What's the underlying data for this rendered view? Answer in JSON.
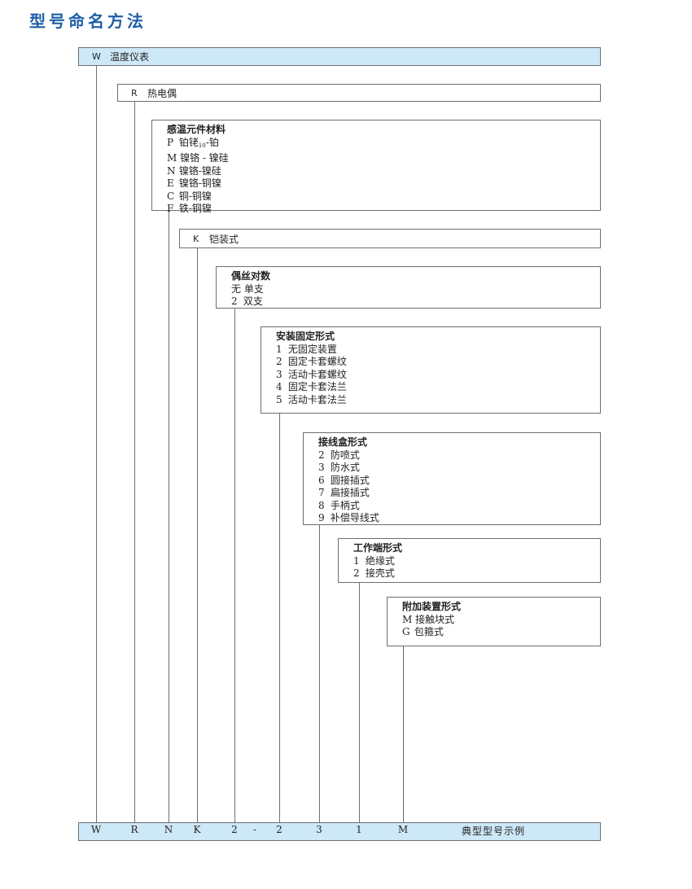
{
  "title": "型号命名方法",
  "level1": {
    "code": "W",
    "label": "温度仪表"
  },
  "level2": {
    "code": "R",
    "label": "热电偶"
  },
  "sensor_material": {
    "heading": "感温元件材料",
    "items": [
      {
        "code": "P",
        "text_a": "铂铑",
        "sub": "10",
        "text_b": "-铂"
      },
      {
        "code": "M",
        "text": "镍铬 - 镍硅"
      },
      {
        "code": "N",
        "text": "镍铬-镍硅"
      },
      {
        "code": "E",
        "text": "镍铬-铜镍"
      },
      {
        "code": "C",
        "text": "铜-铜镍"
      },
      {
        "code": "F",
        "text": "铁-铜镍"
      }
    ]
  },
  "armored": {
    "code": "K",
    "label": "铠装式"
  },
  "couple_pairs": {
    "heading": "偶丝对数",
    "items": [
      {
        "code": "无",
        "text": "单支"
      },
      {
        "code": "2",
        "text": "双支"
      }
    ]
  },
  "mounting": {
    "heading": "安装固定形式",
    "items": [
      {
        "code": "1",
        "text": "无固定装置"
      },
      {
        "code": "2",
        "text": "固定卡套螺纹"
      },
      {
        "code": "3",
        "text": "活动卡套螺纹"
      },
      {
        "code": "4",
        "text": "固定卡套法兰"
      },
      {
        "code": "5",
        "text": "活动卡套法兰"
      }
    ]
  },
  "junction_box": {
    "heading": "接线盒形式",
    "items": [
      {
        "code": "2",
        "text": "防喷式"
      },
      {
        "code": "3",
        "text": "防水式"
      },
      {
        "code": "6",
        "text": "圆接插式"
      },
      {
        "code": "7",
        "text": "扁接插式"
      },
      {
        "code": "8",
        "text": "手柄式"
      },
      {
        "code": "9",
        "text": "补偿导线式"
      }
    ]
  },
  "working_end": {
    "heading": "工作端形式",
    "items": [
      {
        "code": "1",
        "text": "绝缘式"
      },
      {
        "code": "2",
        "text": "接壳式"
      }
    ]
  },
  "accessory": {
    "heading": "附加装置形式",
    "items": [
      {
        "code": "M",
        "text": "接触块式"
      },
      {
        "code": "G",
        "text": "包箍式"
      }
    ]
  },
  "example": {
    "codes": [
      "W",
      "R",
      "N",
      "K",
      "2",
      "-",
      "2",
      "3",
      "1",
      "M"
    ],
    "caption": "典型型号示例"
  },
  "colors": {
    "title": "#1f5fa8",
    "bar_fill": "#cde8f7",
    "line": "#6d6e71"
  }
}
